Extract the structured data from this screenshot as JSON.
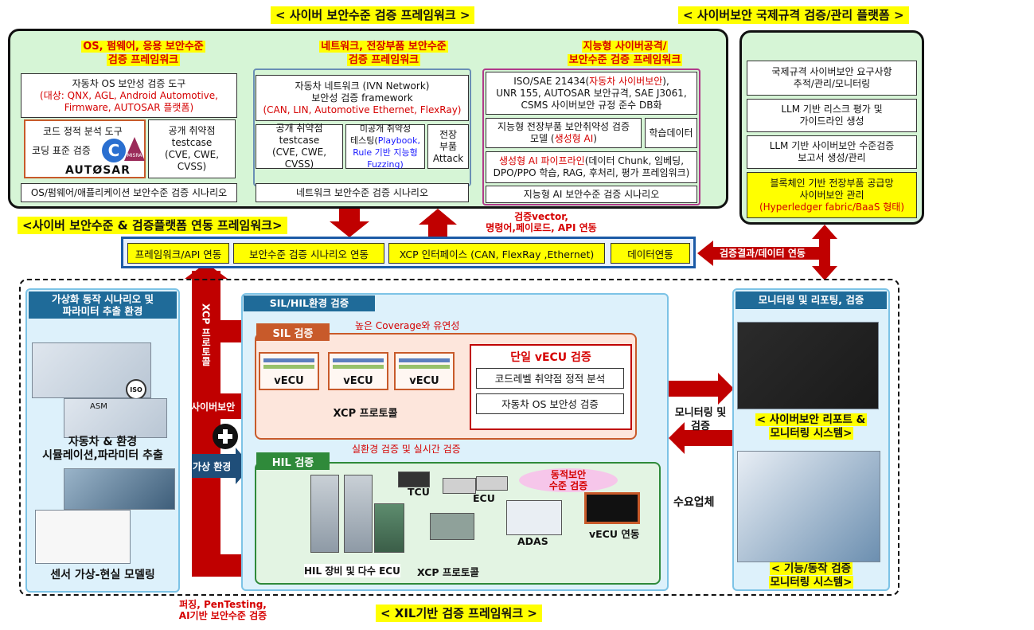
{
  "titles": {
    "cyber_framework": "< 사이버 보안수준 검증 프레임워크 >",
    "intl_platform": "< 사이버보안 국제규격 검증/관리 플랫폼 >",
    "linkage": "<사이버 보안수준 & 검증플랫폼 연동 프레임워크>",
    "xil": "< XIL기반 검증 프레임워크 >"
  },
  "col1": {
    "title_l1": "OS, 펌웨어, 응용 보안수준",
    "title_l2": "검증 프레임워크",
    "tool_l1": "자동차 OS 보안성 검증 도구",
    "tool_l2": "(대상: QNX, AGL, Android Automotive,",
    "tool_l3": "Firmware, AUTOSAR 플랫폼)",
    "static_l1": "코드 정적 분석 도구",
    "static_l2": "코딩 표준 검증",
    "misra": "MISRA",
    "autosar": "AUTØSAR",
    "vuln_l1": "공개 취약점",
    "vuln_l2": "testcase",
    "vuln_l3": "(CVE, CWE, CVSS)",
    "scenario": "OS/펌웨어/애플리케이션 보안수준 검증 시나리오"
  },
  "col2": {
    "title_l1": "네트워크, 전장부품 보안수준",
    "title_l2": "검증 프레임워크",
    "ivn_l1": "자동차 네트워크 (IVN Network)",
    "ivn_l2": "보안성 검증 framework",
    "ivn_l3": "(CAN, LIN, Automotive Ethernet, FlexRay)",
    "pub_l1": "공개 취약점",
    "pub_l2": "testcase",
    "pub_l3": "(CVE, CWE, CVSS)",
    "unpub_l1": "미공개 취약성",
    "unpub_l2a": "테스팅(",
    "unpub_l2b": "Playbook,",
    "unpub_l3": "Rule 기반 지능형",
    "unpub_l4": "Fuzzing)",
    "ecu_l1": "전장",
    "ecu_l2": "부품",
    "ecu_l3": "Attack",
    "scenario": "네트워크 보안수준 검증 시나리오"
  },
  "col3": {
    "title_l1": "지능형 사이버공격/",
    "title_l2": "보안수준 검증 프레임워크",
    "std_l1a": "ISO/SAE 21434(",
    "std_l1b": "자동차 사이버보안",
    "std_l1c": "),",
    "std_l2": "UNR 155, AUTOSAR 보안규격, SAE J3061,",
    "std_l3": "CSMS 사이버보안 규정 준수 DB화",
    "model_l1": "지능형 전장부품 보안취약성 검증",
    "model_l2a": "모델 (",
    "model_l2b": "생성형 AI",
    "model_l2c": ")",
    "learning": "학습데이터",
    "pipe_l1a": "생성형 AI 파이프라인",
    "pipe_l1b": "(데이터 Chunk, 임베딩,",
    "pipe_l2": "DPO/PPO 학습, RAG, 후처리, 평가 프레임워크)",
    "scenario": "지능형 AI 보안수준 검증 시나리오"
  },
  "intl": {
    "b1_l1": "국제규격 사이버보안 요구사항",
    "b1_l2": "추적/관리/모니터링",
    "b2_l1": "LLM 기반 리스크 평가 및",
    "b2_l2": "가이드라인 생성",
    "b3_l1": "LLM 기반 사이버보안 수준검증",
    "b3_l2": "보고서 생성/관리",
    "b4_l1": "블록체인 기반 전장부품 공급망",
    "b4_l2": "사이버보안 관리",
    "b4_l3": "(Hyperledger fabric/BaaS 형태)"
  },
  "linkage": {
    "items": [
      "프레임워크/API 연동",
      "보안수준 검증 시나리오 연동",
      "XCP 인터페이스 (CAN, FlexRay ,Ethernet)",
      "데이터연동"
    ],
    "vector_l1": "검증vector,",
    "vector_l2": "명령어,페이로드, API 연동",
    "result": "검증결과/데이터 연동"
  },
  "virtual": {
    "head_l1": "가상화 동작 시나리오 및",
    "head_l2": "파라미터 추출 환경",
    "iso": "ISO",
    "asm": "ASM",
    "sim_l1": "자동차 & 환경",
    "sim_l2": "시뮬레이션,파라미터 추출",
    "sensor": "센서 가상-현실 모델링"
  },
  "left_arrows": {
    "xcp": "XCP 프로토콜",
    "cyber": "사이버보안",
    "virtual_env": "가상 환경",
    "fuzz_l1": "퍼징, PenTesting,",
    "fuzz_l2": "AI기반 보안수준 검증"
  },
  "silhil": {
    "head": "SIL/HIL환경 검증",
    "sil_head": "SIL 검증",
    "sil_note": "높은 Coverage와 유연성",
    "vecu": [
      "vECU",
      "vECU",
      "vECU"
    ],
    "single_title": "단일 vECU 검증",
    "single_b1": "코드레벨 취약점 정적 분석",
    "single_b2": "자동차 OS 보안성 검증",
    "xcp_sil": "XCP 프로토콜",
    "hil_note": "실환경 검증 및 실시간 검증",
    "hil_head": "HIL 검증",
    "dyn_l1": "동적보안",
    "dyn_l2": "수준 검증",
    "tcu": "TCU",
    "ecu": "ECU",
    "adas": "ADAS",
    "vecu_link": "vECU 연동",
    "hil_devices": "HIL 장비 및 다수 ECU",
    "xcp_hil": "XCP 프로토콜"
  },
  "middle": {
    "mon_l1": "모니터링 및",
    "mon_l2": "검증",
    "demand": "수요업체"
  },
  "monitor": {
    "head": "모니터링 및 리포팅, 검증",
    "report_l1": "< 사이버보안 리포트 &",
    "report_l2": "모니터링 시스템>",
    "func_l1": "< 기능/동작 검증",
    "func_l2": "모니터링 시스템>"
  },
  "colors": {
    "arrow_red": "#c00000",
    "panel_green": "#d6f5d6",
    "highlight": "#ffff00",
    "navy": "#1f4e79"
  }
}
